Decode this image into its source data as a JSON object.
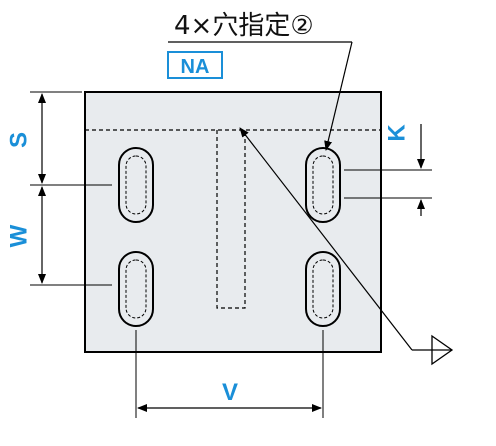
{
  "callout": {
    "note": "4×穴指定②",
    "tag": "NA"
  },
  "dimensions": {
    "s": "S",
    "w": "W",
    "k": "K",
    "v": "V"
  },
  "colors": {
    "plate_fill": "#e8ebee",
    "dimension_text": "#1a8fd8",
    "line": "#000000"
  }
}
